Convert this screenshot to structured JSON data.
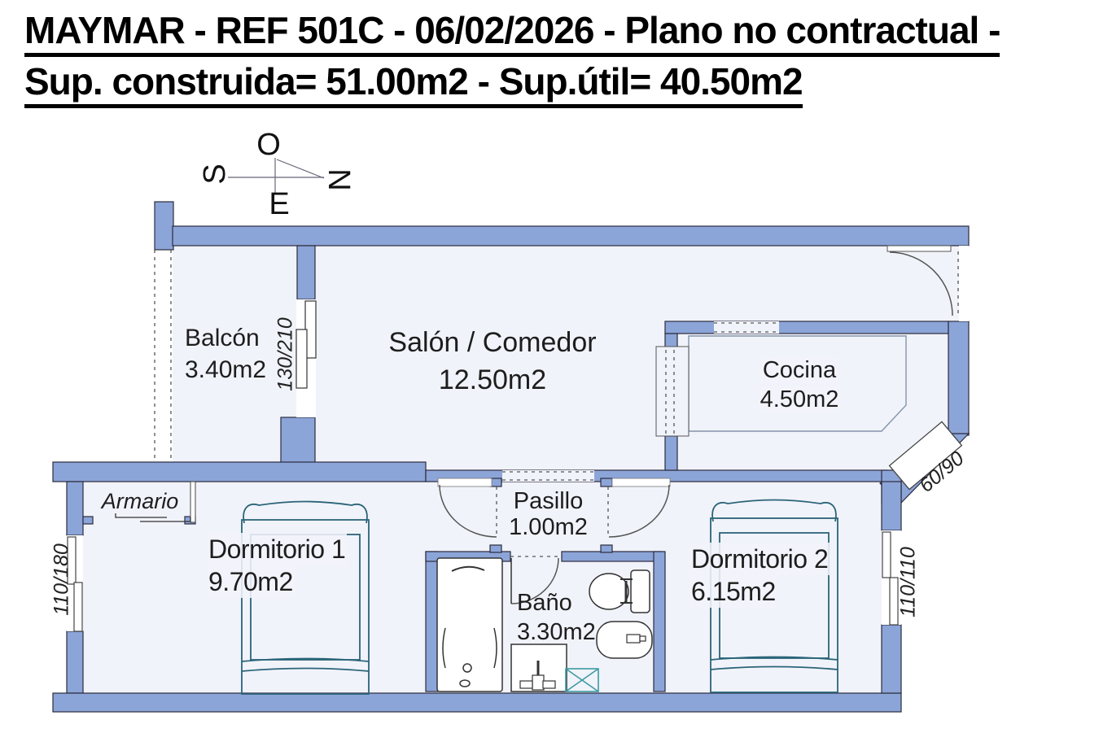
{
  "title": {
    "line1": "MAYMAR - REF 501C - 06/02/2026 - Plano no contractual -",
    "line2": "Sup. construida= 51.00m2 - Sup.útil= 40.50m2"
  },
  "compass": {
    "west": "O",
    "south": "S",
    "north": "N",
    "east": "E"
  },
  "rooms": {
    "balcon": {
      "name": "Balcón",
      "area": "3.40m2"
    },
    "salon": {
      "name": "Salón / Comedor",
      "area": "12.50m2"
    },
    "cocina": {
      "name": "Cocina",
      "area": "4.50m2"
    },
    "pasillo": {
      "name": "Pasillo",
      "area": "1.00m2"
    },
    "dormitorio1": {
      "name": "Dormitorio 1",
      "area": "9.70m2"
    },
    "bano": {
      "name": "Baño",
      "area": "3.30m2"
    },
    "dormitorio2": {
      "name": "Dormitorio 2",
      "area": "6.15m2"
    },
    "armario": {
      "name": "Armario"
    }
  },
  "dimensions": {
    "balcony_door": "130/210",
    "left_window": "110/180",
    "right_window": "110/110",
    "corner_window": "60/90"
  },
  "colors": {
    "wall": "#8CA5D8",
    "floor": "#F1F3FA",
    "bed_outline": "#2a6478",
    "fixture_teal": "#3d9aa1"
  }
}
